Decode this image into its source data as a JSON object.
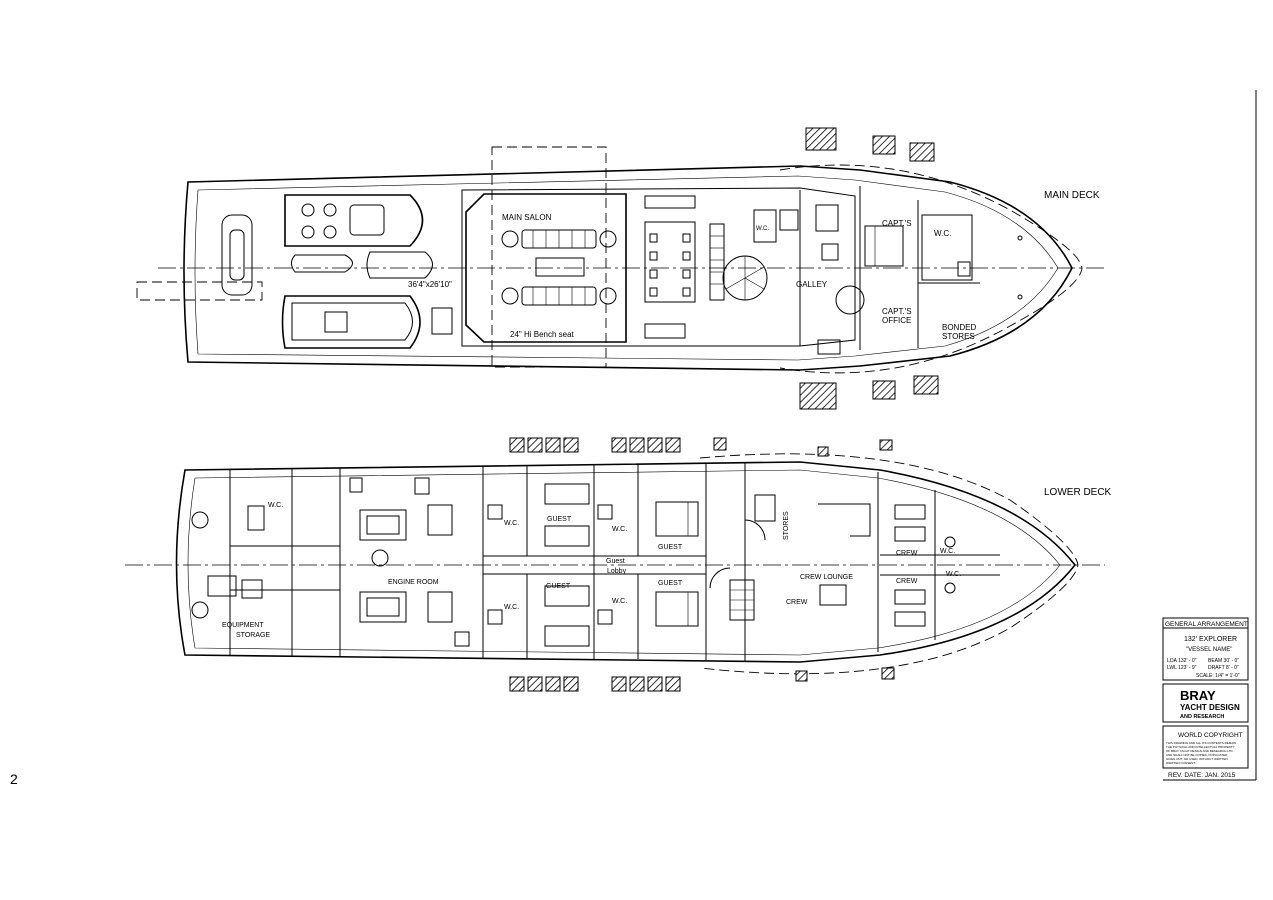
{
  "decks": {
    "main": {
      "label": "MAIN DECK",
      "rooms": {
        "main_salon": "MAIN SALON",
        "galley": "GALLEY",
        "capts": "CAPT.'S",
        "capts_office_line1": "CAPT.'S",
        "capts_office_line2": "OFFICE",
        "wc": "W.C.",
        "wc_small": "W.C.",
        "bonded_line1": "BONDED",
        "bonded_line2": "STORES"
      },
      "notes": {
        "tender_size": "36'4\"x26'10\"",
        "bench": "24\" Hi Bench seat"
      }
    },
    "lower": {
      "label": "LOWER DECK",
      "rooms": {
        "engine_room": "ENGINE ROOM",
        "equipment_line1": "EQUIPMENT",
        "equipment_line2": "STORAGE",
        "wc_aft": "W.C.",
        "guest_1": "GUEST",
        "guest_2": "GUEST",
        "guest_3": "GUEST",
        "guest_4": "GUEST",
        "wc_1": "W.C.",
        "wc_2": "W.C.",
        "wc_3": "W.C.",
        "wc_4": "W.C.",
        "guest_lobby_line1": "Guest",
        "guest_lobby_line2": "Lobby",
        "stores": "STORES",
        "crew_lounge": "CREW LOUNGE",
        "crew_1": "CREW",
        "crew_2": "CREW",
        "crew_3": "CREW",
        "wc_crew_1": "W.C.",
        "wc_crew_2": "W.C."
      }
    }
  },
  "title_block": {
    "heading": "GENERAL ARRANGEMENT",
    "model": "132' EXPLORER",
    "vessel_name": "\"VESSEL NAME\"",
    "loa": "LOA  132' - 0\"",
    "beam": "BEAM  30' - 0\"",
    "lwl": "LWL  123' - 9\"",
    "draft": "DRAFT  8' - 0\"",
    "scale": "SCALE: 1/4\" = 1'-0\"",
    "brand": "BRAY",
    "brand_line2": "YACHT DESIGN",
    "brand_line3": "AND RESEARCH",
    "copyright_heading": "WORLD COPYRIGHT",
    "copyright_text_1": "THIS DRAWING AND ALL ITS CONTENTS REMAIN",
    "copyright_text_2": "THE PHYSICAL AND INTELLECTUAL PROPERTY",
    "copyright_text_3": "OF BRAY YACHT DESIGN AND RESEARCH LTD.",
    "copyright_text_4": "AND SHALL NOT BE COPIED, DUPLICATED,",
    "copyright_text_5": "GIVEN OUT, OR USED, WITHOUT WRITTEN",
    "copyright_text_6": "WRITTEN CONSENT.",
    "rev_date": "REV. DATE: JAN. 2015"
  },
  "sheet_mark": "2"
}
